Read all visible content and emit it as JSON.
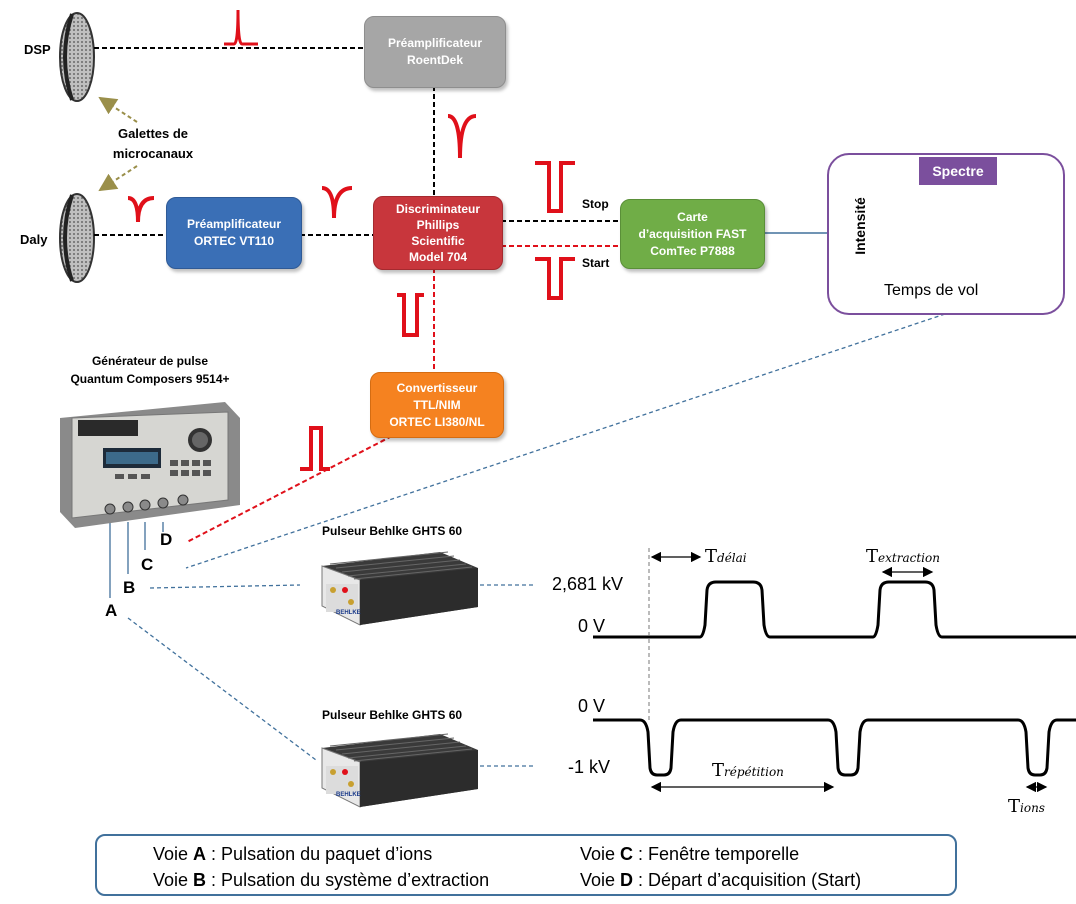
{
  "detectors": {
    "dsp": "DSP",
    "daly": "Daly",
    "mcp_label_1": "Galettes de",
    "mcp_label_2": "microcanaux"
  },
  "boxes": {
    "preamp_roentdek": [
      "Préamplificateur",
      "RoentDek"
    ],
    "preamp_ortec": [
      "Préamplificateur",
      "ORTEC VT110"
    ],
    "discriminator": [
      "Discriminateur",
      "Phillips",
      "Scientific",
      "Model 704"
    ],
    "fast_card": [
      "Carte",
      "d’acquisition FAST",
      "ComTec P7888"
    ],
    "converter": [
      "Convertisseur",
      "TTL/NIM",
      "ORTEC LI380/NL"
    ]
  },
  "signals": {
    "stop": "Stop",
    "start": "Start"
  },
  "spectre": {
    "title": "Spectre",
    "ylabel": "Intensité",
    "xlabel": "Temps de vol"
  },
  "generator": {
    "title_1": "Générateur de pulse",
    "title_2": "Quantum Composers 9514+"
  },
  "channels": {
    "a": "A",
    "b": "B",
    "c": "C",
    "d": "D"
  },
  "pulsers": {
    "top": "Pulseur Behlke GHTS 60",
    "bottom": "Pulseur Behlke GHTS 60"
  },
  "timing": {
    "v_high": "2,681 kV",
    "v_zero_1": "0 V",
    "v_zero_2": "0 V",
    "v_low": "-1 kV",
    "t_delai": "délai",
    "t_extraction": "extraction",
    "t_repetition": "répétition",
    "t_ions": "ions",
    "t_letter": "T"
  },
  "legend": {
    "a_prefix": "Voie ",
    "a_letter": "A",
    "a_text": " : Pulsation du paquet d’ions",
    "b_prefix": "Voie ",
    "b_letter": "B",
    "b_text": " : Pulsation du système d’extraction",
    "c_prefix": "Voie ",
    "c_letter": "C",
    "c_text": " : Fenêtre temporelle",
    "d_prefix": "Voie ",
    "d_letter": "D",
    "d_text": " : Départ d’acquisition (Start)"
  },
  "colors": {
    "pulse_red": "#e0101a",
    "roentdek_gray": "#a6a6a6",
    "ortec_blue": "#3a6fb6",
    "discriminator_red": "#c8363c",
    "fast_green": "#70ad47",
    "converter_orange": "#f58220",
    "spectre_purple": "#7b4f9d",
    "link_blue": "#41719c"
  }
}
